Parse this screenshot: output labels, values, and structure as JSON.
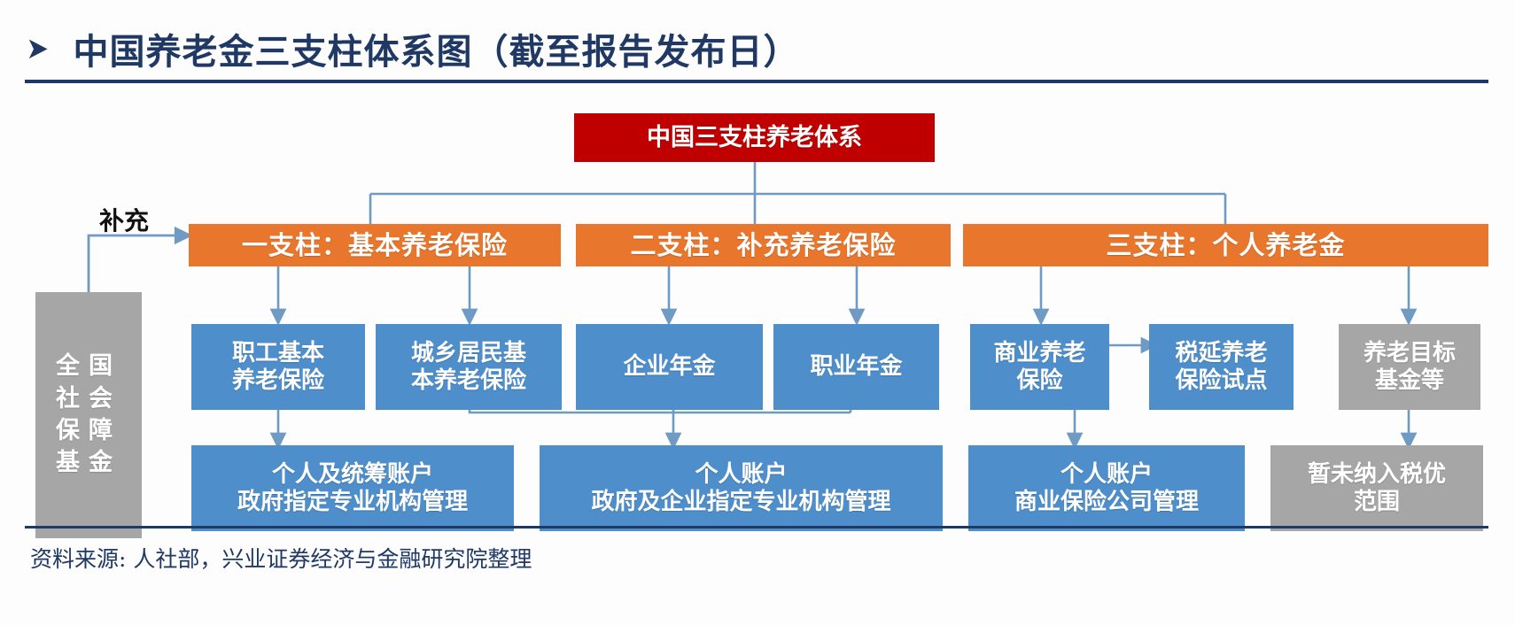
{
  "header": {
    "bullet_icon": "triangle-right-icon",
    "title": "中国养老金三支柱体系图（截至报告发布日）"
  },
  "footer": {
    "source": "资料来源: 人社部，兴业证券经济与金融研究院整理"
  },
  "colors": {
    "title": "#1F3864",
    "root": "#C00000",
    "pillar": "#E8762C",
    "node": "#4E8FCB",
    "muted": "#A6A6A6",
    "connector": "#6E9AC4"
  },
  "diagram": {
    "root": {
      "label": "中国三支柱养老体系"
    },
    "side": {
      "relation_label": "补充",
      "label_lines": [
        "全国",
        "社会",
        "保障",
        "基金"
      ],
      "label": "全国社会保障基金"
    },
    "pillars": [
      {
        "label": "一支柱：基本养老保险"
      },
      {
        "label": "二支柱：补充养老保险"
      },
      {
        "label": "三支柱：个人养老金"
      }
    ],
    "mid_nodes": [
      {
        "lines": [
          "职工基本",
          "养老保险"
        ],
        "style": "blue"
      },
      {
        "lines": [
          "城乡居民基",
          "本养老保险"
        ],
        "style": "blue"
      },
      {
        "lines": [
          "企业年金"
        ],
        "style": "blue"
      },
      {
        "lines": [
          "职业年金"
        ],
        "style": "blue"
      },
      {
        "lines": [
          "商业养老",
          "保险"
        ],
        "style": "blue"
      },
      {
        "lines": [
          "税延养老",
          "保险试点"
        ],
        "style": "blue"
      },
      {
        "lines": [
          "养老目标",
          "基金等"
        ],
        "style": "gray"
      }
    ],
    "bottom_nodes": [
      {
        "lines": [
          "个人及统筹账户",
          "政府指定专业机构管理"
        ],
        "style": "blue"
      },
      {
        "lines": [
          "个人账户",
          "政府及企业指定专业机构管理"
        ],
        "style": "blue"
      },
      {
        "lines": [
          "个人账户",
          "商业保险公司管理"
        ],
        "style": "blue"
      },
      {
        "lines": [
          "暂未纳入税优",
          "范围"
        ],
        "style": "gray"
      }
    ]
  }
}
